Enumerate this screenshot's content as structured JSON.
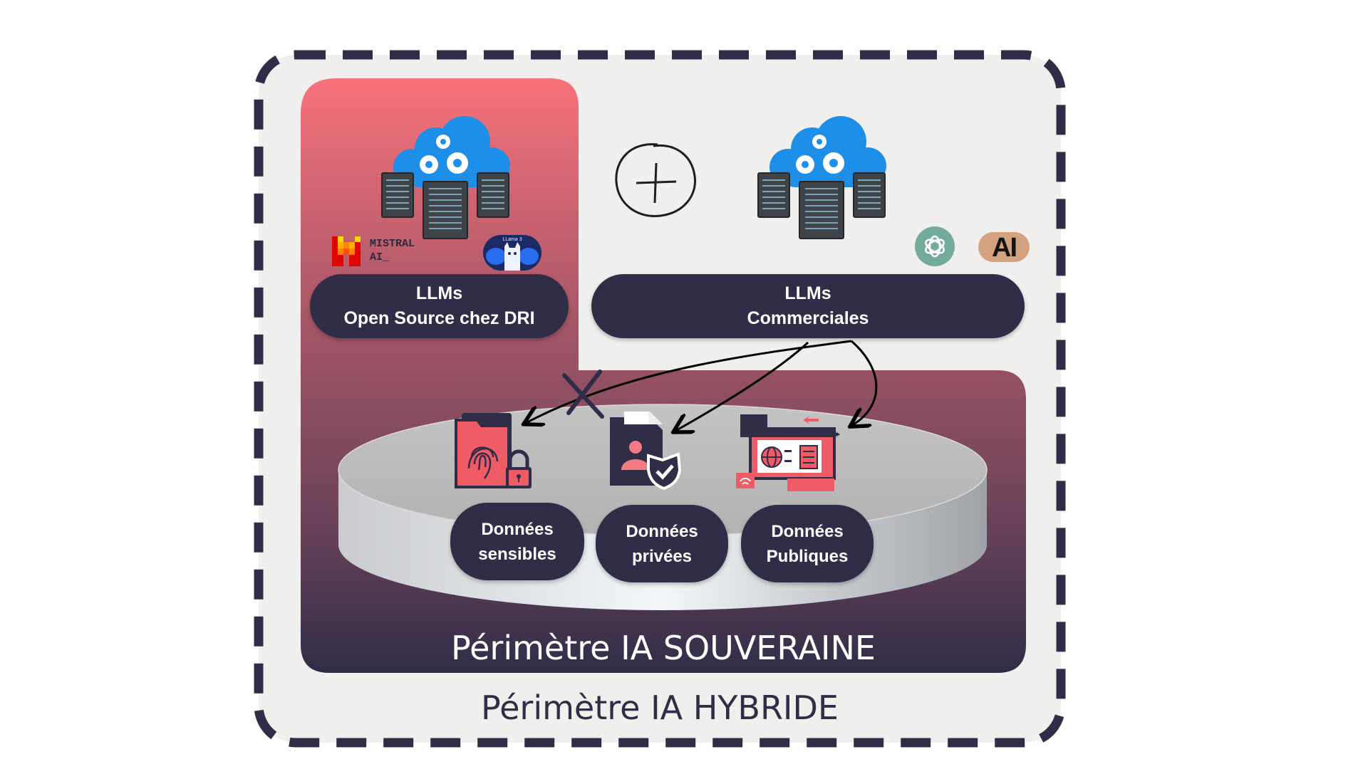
{
  "diagram": {
    "hybrid_perimeter_label": "Périmètre IA HYBRIDE",
    "sovereign_perimeter_label": "Périmètre IA SOUVERAINE",
    "open_source_box": {
      "line1": "LLMs",
      "line2": "Open Source chez DRI"
    },
    "commercial_box": {
      "line1": "LLMs",
      "line2": "Commerciales"
    },
    "logos": {
      "mistral": {
        "line1": "MISTRAL",
        "line2": "AI_"
      },
      "llama": {
        "label": "LLama 3"
      },
      "openai": {
        "icon": "openai-icon"
      },
      "anthropic": {
        "label": "AI"
      }
    },
    "data": {
      "sensitive": {
        "line1": "Données",
        "line2": "sensibles"
      },
      "private": {
        "line1": "Données",
        "line2": "privées"
      },
      "public": {
        "line1": "Données",
        "line2": "Publiques"
      }
    },
    "colors": {
      "navy": "#302d48",
      "coral": "#f8727a",
      "background": "#f0efed",
      "cloud": "#1e90ea",
      "openai_green": "#74aa9c",
      "anthropic_tan": "#d4a27f"
    }
  }
}
